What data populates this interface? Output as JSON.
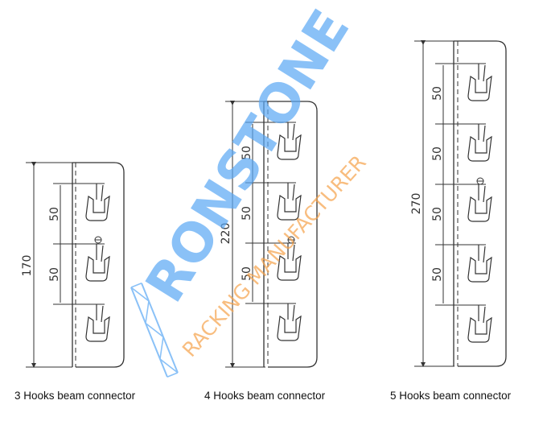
{
  "diagrams": [
    {
      "caption": "3 Hooks beam connector",
      "overall_dimension": "170",
      "spacings": [
        "50",
        "50"
      ],
      "hook_count": 3
    },
    {
      "caption": "4 Hooks beam connector",
      "overall_dimension": "220",
      "spacings": [
        "50",
        "50",
        "50"
      ],
      "hook_count": 4
    },
    {
      "caption": "5 Hooks beam connector",
      "overall_dimension": "270",
      "spacings": [
        "50",
        "50",
        "50",
        "50"
      ],
      "hook_count": 5
    }
  ],
  "watermark": {
    "brand": "RONSTONE",
    "tagline": "RACKING MANUFACTURER",
    "brand_color": "#5aa8f5",
    "tagline_color": "#f6a24a",
    "icon": "truss-icon"
  },
  "colors": {
    "line": "#333333",
    "background": "#ffffff"
  }
}
